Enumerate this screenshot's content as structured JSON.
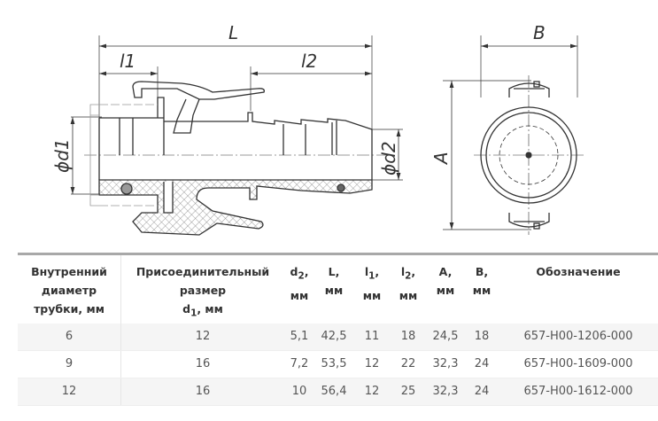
{
  "drawing": {
    "labels": {
      "L": "L",
      "l1": "l1",
      "l2": "l2",
      "d1": "ϕd1",
      "d2": "ϕd2",
      "A": "A",
      "B": "B"
    }
  },
  "table": {
    "headers": [
      {
        "lines": [
          "Внутренний",
          "диаметр",
          "трубки, мм"
        ]
      },
      {
        "lines": [
          "Присоединительный",
          "размер"
        ],
        "sym": "d",
        "sub": "1",
        "tail": ", мм"
      },
      {
        "sym": "d",
        "sub": "2",
        "tail": ",",
        "unit": "мм"
      },
      {
        "sym": "L",
        "sub": "",
        "tail": ",",
        "unit": "мм"
      },
      {
        "sym": "l",
        "sub": "1",
        "tail": ",",
        "unit": "мм"
      },
      {
        "sym": "l",
        "sub": "2",
        "tail": ",",
        "unit": "мм"
      },
      {
        "sym": "A",
        "sub": "",
        "tail": ",",
        "unit": "мм"
      },
      {
        "sym": "B",
        "sub": "",
        "tail": ",",
        "unit": "мм"
      },
      {
        "lines": [
          "Обозначение"
        ]
      }
    ],
    "rows": [
      [
        "6",
        "12",
        "5,1",
        "42,5",
        "11",
        "18",
        "24,5",
        "18",
        "657-H00-1206-000"
      ],
      [
        "9",
        "16",
        "7,2",
        "53,5",
        "12",
        "22",
        "32,3",
        "24",
        "657-H00-1609-000"
      ],
      [
        "12",
        "16",
        "10",
        "56,4",
        "12",
        "25",
        "32,3",
        "24",
        "657-H00-1612-000"
      ]
    ]
  }
}
